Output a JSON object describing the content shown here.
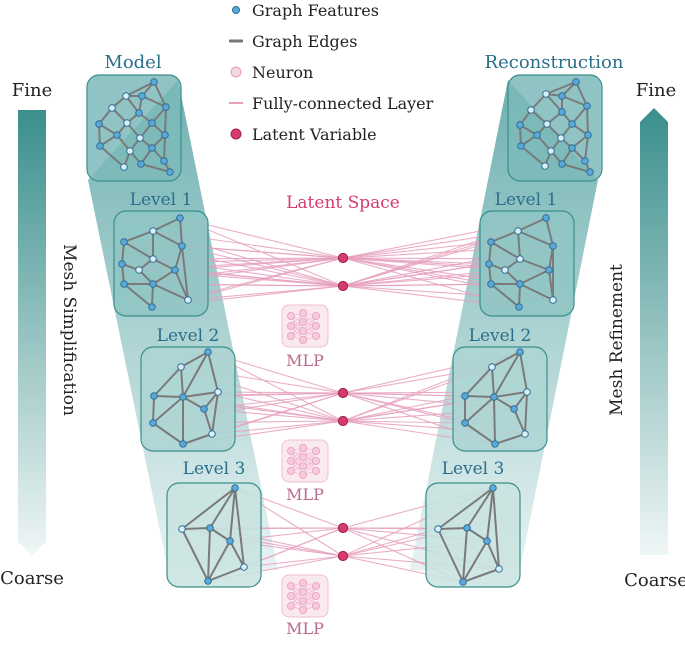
{
  "legend": {
    "features": "Graph Features",
    "edges": "Graph Edges",
    "neuron": "Neuron",
    "fc_layer": "Fully-connected Layer",
    "latent": "Latent Variable"
  },
  "left": {
    "title": "Model",
    "levels": [
      "Level 1",
      "Level 2",
      "Level 3"
    ],
    "arrow_top": "Fine",
    "arrow_bottom": "Coarse",
    "arrow_label": "Mesh Simplification"
  },
  "right": {
    "title": "Reconstruction",
    "levels": [
      "Level 1",
      "Level 2",
      "Level 3"
    ],
    "arrow_top": "Fine",
    "arrow_bottom": "Coarse",
    "arrow_label": "Mesh Refinement"
  },
  "center": {
    "latent_title": "Latent Space",
    "mlp_labels": [
      "MLP",
      "MLP",
      "MLP"
    ]
  },
  "colors": {
    "teal_dark": "#3a8f8c",
    "teal_title": "#2a6f8a",
    "pink_line": "#e6a0bd",
    "latent": "#d63a6e",
    "node": "#5aa9d8",
    "mlp": "#b96a8e"
  }
}
